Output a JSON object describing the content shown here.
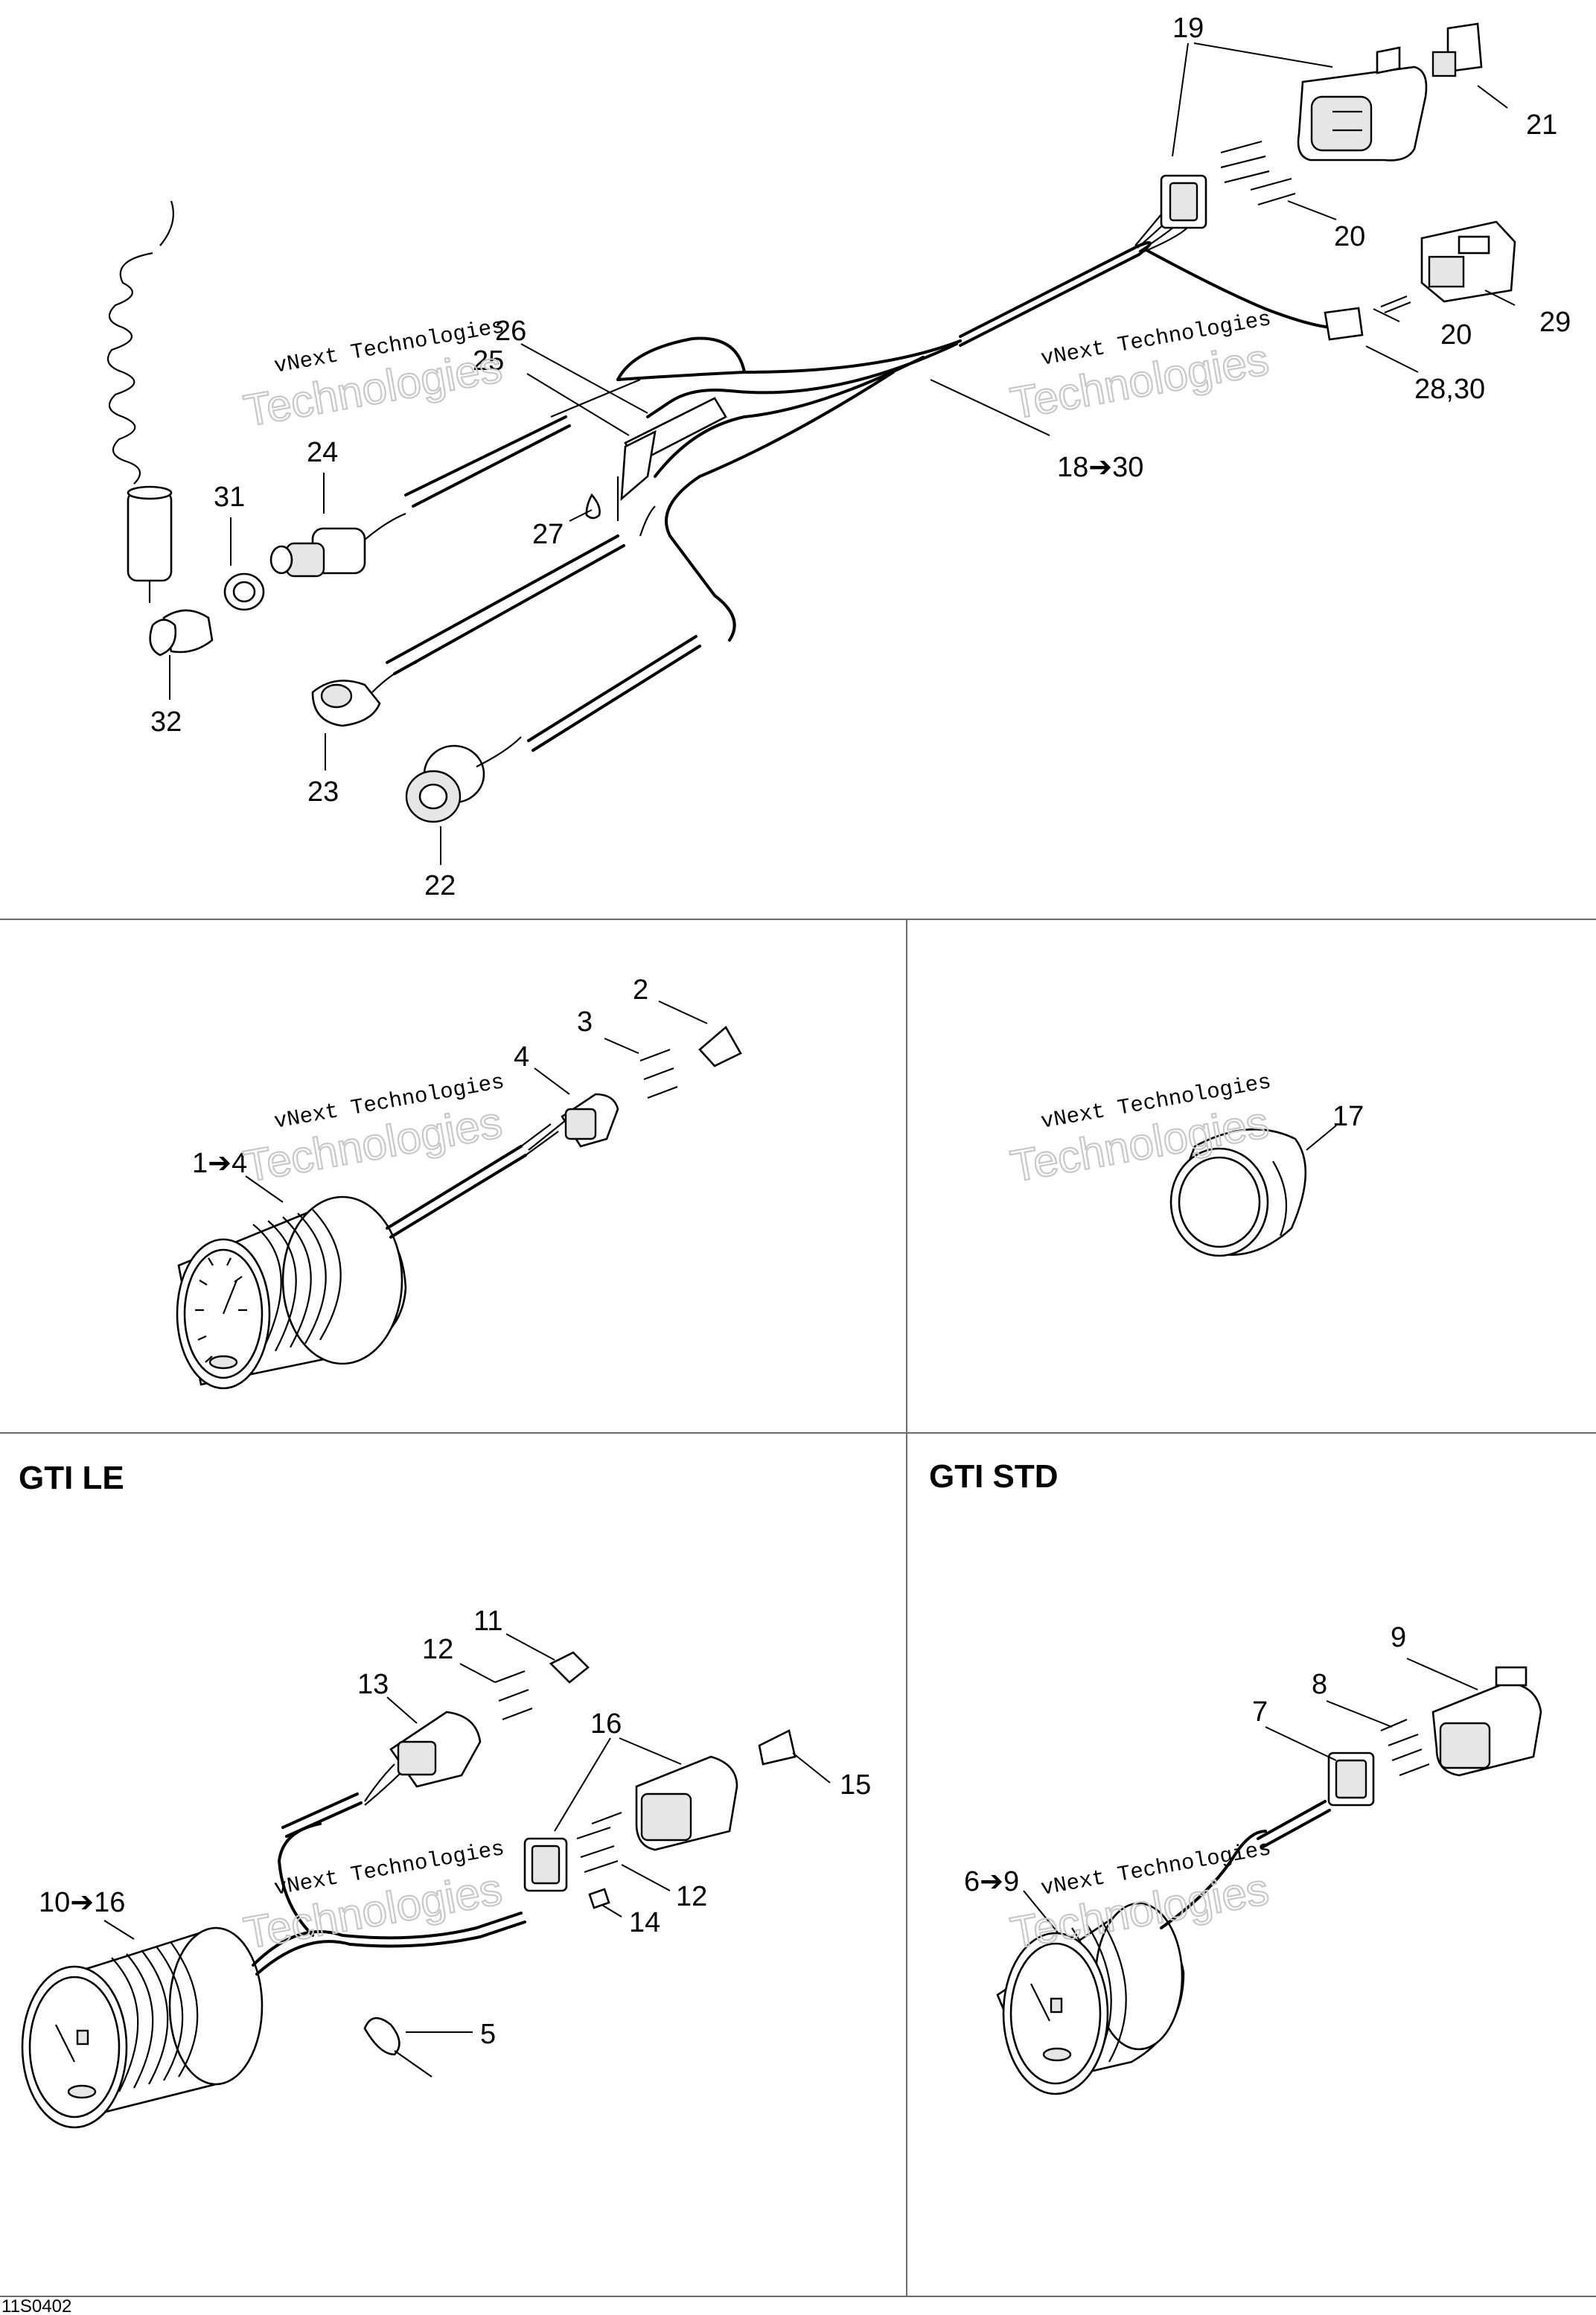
{
  "diagram": {
    "sections": [
      {
        "title": "GTI LE"
      },
      {
        "title": "GTI STD"
      }
    ],
    "callouts": {
      "c1": "1➔4",
      "c2": "2",
      "c3": "3",
      "c4": "4",
      "c5": "5",
      "c6": "6➔9",
      "c7": "7",
      "c8": "8",
      "c9": "9",
      "c10": "10➔16",
      "c11": "11",
      "c12a": "12",
      "c12b": "12",
      "c13": "13",
      "c14": "14",
      "c15": "15",
      "c16": "16",
      "c17": "17",
      "c18": "18➔30",
      "c19": "19",
      "c20a": "20",
      "c20b": "20",
      "c21": "21",
      "c22": "22",
      "c23": "23",
      "c24": "24",
      "c25": "25",
      "c26": "26",
      "c27": "27",
      "c28": "28,30",
      "c29": "29",
      "c31": "31",
      "c32": "32"
    },
    "reference_code": "11S0402",
    "watermark": {
      "line1": "vNext Technologies",
      "line2": "Technologies"
    }
  }
}
